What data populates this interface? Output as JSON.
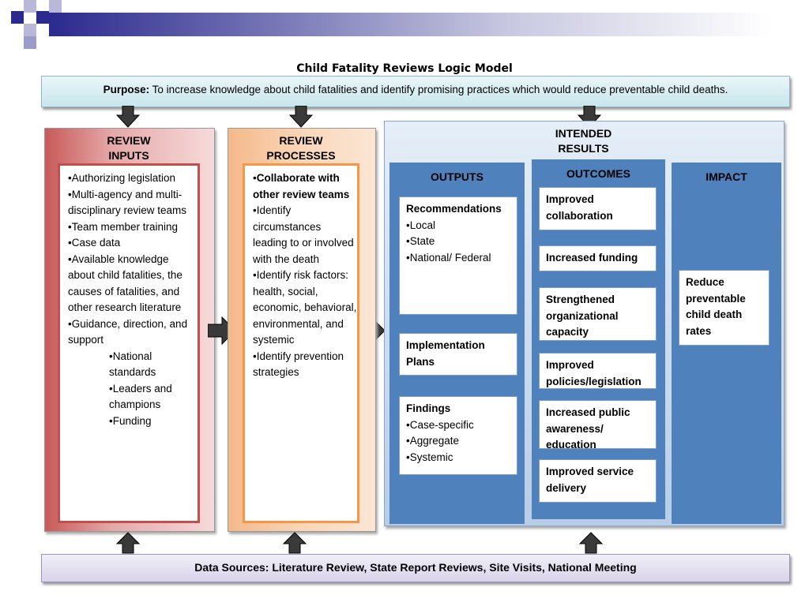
{
  "title": "Child Fatality Reviews Logic Model",
  "purpose": {
    "label": "Purpose:",
    "text": "To increase knowledge about child fatalities and identify promising practices which would reduce preventable child deaths."
  },
  "inputs": {
    "heading_line1": "REVIEW",
    "heading_line2": "INPUTS",
    "items": [
      "•Authorizing legislation",
      "•Multi-agency and multi-disciplinary review teams",
      "•Team member training",
      "•Case data",
      "•Available knowledge about child fatalities, the causes of fatalities, and other research literature",
      "•Guidance, direction, and support"
    ],
    "subitems": [
      "•National standards",
      "•Leaders and champions",
      "•Funding"
    ]
  },
  "processes": {
    "heading_line1": "REVIEW",
    "heading_line2": "PROCESSES",
    "first_bullet": "•",
    "first_bold": "Collaborate with other review teams",
    "items": [
      "•Identify circumstances leading to or involved with the death",
      "•Identify risk factors: health, social, economic, behavioral, environmental, and systemic",
      "•Identify prevention strategies"
    ]
  },
  "results": {
    "heading_line1": "INTENDED",
    "heading_line2": "RESULTS",
    "outputs": {
      "heading": "OUTPUTS",
      "recommendations_title": "Recommendations",
      "recommendations_items": [
        "•Local",
        "•State",
        "•National/ Federal"
      ],
      "implementation": "Implementation Plans",
      "findings_title": "Findings",
      "findings_items": [
        "•Case-specific",
        "•Aggregate",
        "•Systemic"
      ]
    },
    "outcomes": {
      "heading": "OUTCOMES",
      "items": [
        "Improved collaboration",
        "Increased funding",
        "Strengthened organizational capacity",
        "Improved policies/legislation",
        "Increased public awareness/ education",
        "Improved service delivery"
      ]
    },
    "impact": {
      "heading": "IMPACT",
      "text": "Reduce preventable child death rates"
    }
  },
  "data_sources": "Data Sources: Literature Review, State Report Reviews, Site Visits, National Meeting"
}
